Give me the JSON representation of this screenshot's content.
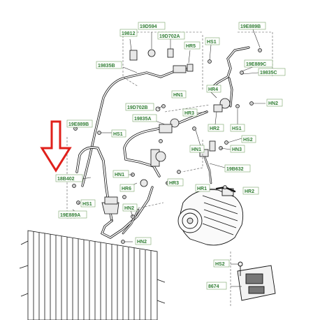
{
  "colors": {
    "label_green": "#2f7d32",
    "line": "#111111",
    "callout_box": "#7aa36b",
    "arrow": "#e0201b",
    "leader": "#333333"
  },
  "labels": {
    "p19812": "19812",
    "p19D594": "19D594",
    "p19D702A": "19D702A",
    "hr5": "HR5",
    "hs1_top": "HS1",
    "p19E889B_top": "19E889B",
    "p19835B": "19835B",
    "p19E889C": "19E889C",
    "p19835C": "19835C",
    "hn1_top": "HN1",
    "hr4": "HR4",
    "hn2_right": "HN2",
    "p19D702B": "19D702B",
    "p19835A": "19835A",
    "hr3_top": "HR3",
    "hr2_top": "HR2",
    "hs1_right": "HS1",
    "hs2_right": "HS2",
    "hn3": "HN3",
    "hn1_mid": "HN1",
    "p19B632": "19B632",
    "p19E889B_left": "19E889B",
    "hs1_left": "HS1",
    "p18B402": "18B402",
    "hn1_lower": "HN1",
    "hr3_lower": "HR3",
    "hr6": "HR6",
    "hr1": "HR1",
    "hr2_lower": "HR2",
    "hs1_lower": "HS1",
    "p19E889A": "19E889A",
    "hn2_mid": "HN2",
    "hn2_bottom": "HN2",
    "hs2_bottom": "HS2",
    "p8674": "8674"
  },
  "highlight": {
    "arrow_direction": "down",
    "target": "18B402"
  }
}
